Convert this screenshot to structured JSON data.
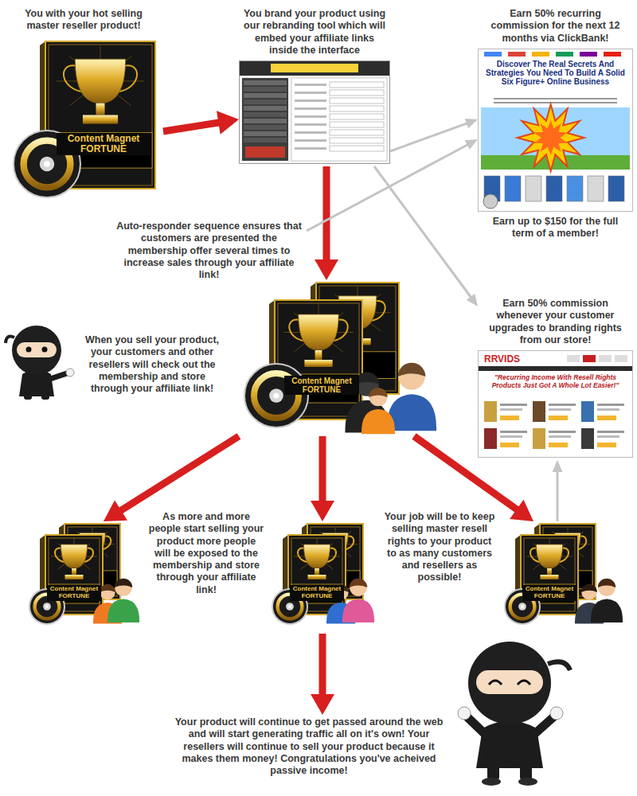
{
  "diagram": {
    "nodes": [
      {
        "text": [
          "You with your hot selling master reseller product!",
          "Content Magnet FORTUNE"
        ]
      },
      {
        "text": [
          "You brand your product using our rebranding tool which will embed your affiliate links inside the interface"
        ]
      },
      {
        "text": [
          "Earn 50% recurring commission for the next 12 months via ClickBank!",
          "Discover The Real Secrets And Strategies You Need To Build A Solid Six Figure+ Online Business",
          "Earn up to $150 for the full term of a member!"
        ]
      },
      {
        "text": [
          "Auto-responder sequence ensures that customers are presented the membership offer several times to increase sales through your affiliate link!"
        ]
      },
      {
        "text": [
          "Content Magnet FORTUNE"
        ]
      },
      {
        "text": [
          "Earn 50% commission whenever your customer upgrades to branding rights from our store!",
          "RRVIDS",
          "\"Recurring Income With Resell Rights Products Just Got A Whole Lot Easier!\""
        ]
      },
      {
        "text": [
          "Content Magnet FORTUNE"
        ]
      },
      {
        "text": [
          "Content Magnet FORTUNE"
        ]
      },
      {
        "text": [
          "Content Magnet FORTUNE"
        ]
      },
      {
        "text": [
          "Your product will continue to get passed around the web and will start generating traffic all on it's own! Your resellers will continue to sell your product because it makes them money! Congratulations you've acheived passive income!"
        ]
      }
    ],
    "edges": [
      {
        "from": 0,
        "to": 1,
        "arrow": "to"
      },
      {
        "from": 1,
        "to": 2,
        "arrow": "to"
      },
      {
        "from": 1,
        "to": 4,
        "arrow": "to"
      },
      {
        "from": 3,
        "to": 2,
        "arrow": "to"
      },
      {
        "from": 1,
        "to": 5,
        "arrow": "to"
      },
      {
        "from": 4,
        "to": 6,
        "arrow": "to"
      },
      {
        "from": 4,
        "to": 7,
        "arrow": "to"
      },
      {
        "from": 4,
        "to": 8,
        "arrow": "to"
      },
      {
        "from": 8,
        "to": 5,
        "arrow": "to"
      },
      {
        "from": 7,
        "to": 9,
        "arrow": "to"
      }
    ],
    "labels": [
      "When you sell your product, your customers and other resellers will check out the membership and store through your affiliate link!",
      "As more and more people start selling your product more people will be exposed to the membership and store through your affiliate link!",
      "Your job will be to keep selling master resell rights to your product to as many customers and resellers as possible!"
    ]
  }
}
